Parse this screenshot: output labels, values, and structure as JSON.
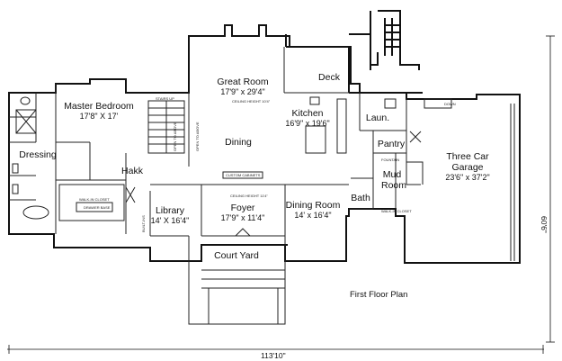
{
  "rooms": {
    "great_room": {
      "name": "Great Room",
      "dim": "17'9\" x 29'4\""
    },
    "master_bedroom": {
      "name": "Master Bedroom",
      "dim": "17'8\" X 17'"
    },
    "deck": {
      "name": "Deck"
    },
    "kitchen": {
      "name": "Kitchen",
      "dim": "16'9\" x 19'6\""
    },
    "laundry": {
      "name": "Laun."
    },
    "dining": {
      "name": "Dining"
    },
    "dressing": {
      "name": "Dressing"
    },
    "hall": {
      "name": "Hakk"
    },
    "pantry": {
      "name": "Pantry"
    },
    "garage": {
      "name": "Three Car Garage",
      "dim": "23'6\" x 37'2\""
    },
    "mud_room": {
      "name": "Mud Room"
    },
    "library": {
      "name": "Library",
      "dim": "14' X 16'4\""
    },
    "foyer": {
      "name": "Foyer",
      "dim": "17'9\" x 11'4\""
    },
    "dining_room": {
      "name": "Dining Room",
      "dim": "14' x 16'4\""
    },
    "bath": {
      "name": "Bath"
    },
    "court_yard": {
      "name": "Court Yard"
    }
  },
  "notes": {
    "ceiling_great": "CEILING HEIGHT 10'4\"",
    "ceiling_foyer": "CEILING HEIGHT 11'4\"",
    "custom_cabinets": "CUSTOM CABINETS",
    "stairs_up": "STAIRS UP",
    "walk_in_closet": "WALK-IN CLOSET",
    "drawer_base": "DRAWER BASE",
    "fountain": "FOUNTAIN",
    "walk_in_closet_mud": "WALK-IN CLOSET",
    "built_ins": "BUILT-INS",
    "open_above_1": "OPEN TO ABOVE",
    "open_above_2": "OPEN TO ABOVE",
    "down": "DOWN"
  },
  "plan_title": "First Floor Plan",
  "overall_width": "113'10\"",
  "overall_depth": "60'6\""
}
